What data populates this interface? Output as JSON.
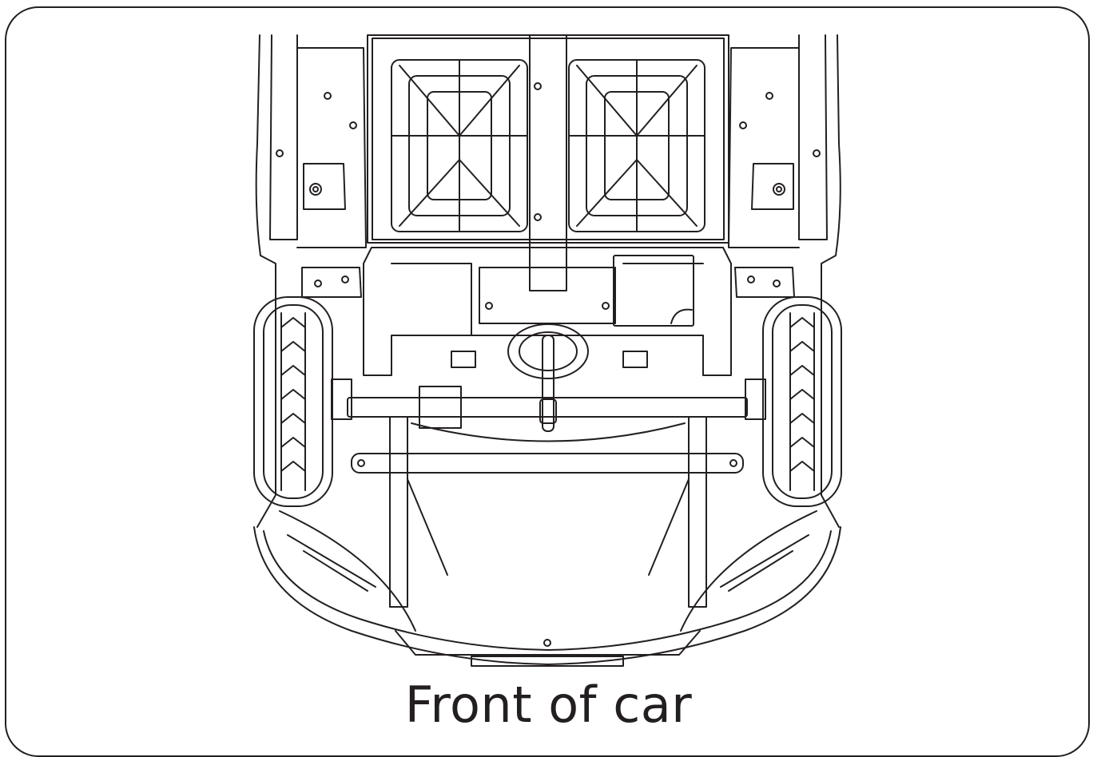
{
  "figure": {
    "caption": "Front of car",
    "line_color": "#231f20",
    "background": "#ffffff",
    "parts": [
      "seat",
      "steering-column",
      "battery-box",
      "front-axle",
      "left-front-wheel",
      "right-front-wheel",
      "front-bumper"
    ]
  }
}
